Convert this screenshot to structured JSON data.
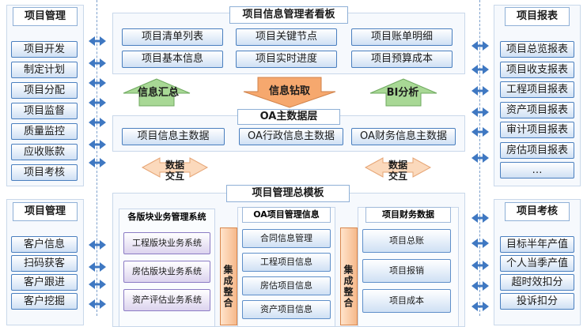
{
  "left_top": {
    "title": "项目管理",
    "items": [
      "项目开发",
      "制定计划",
      "项目分配",
      "项目监督",
      "质量监控",
      "应收账款",
      "项目考核"
    ]
  },
  "left_bottom": {
    "title": "项目管理",
    "items": [
      "客户信息",
      "扫码获客",
      "客户跟进",
      "客户挖掘"
    ]
  },
  "right_top": {
    "title": "项目报表",
    "items": [
      "项目总览报表",
      "项目收支报表",
      "工程项目报表",
      "资产项目报表",
      "审计项目报表",
      "房估项目报表",
      "…"
    ]
  },
  "right_bottom": {
    "title": "项目考核",
    "items": [
      "目标半年产值",
      "个人当季产值",
      "超时效扣分",
      "投诉扣分"
    ]
  },
  "kanban": {
    "title": "项目信息管理者看板",
    "items": [
      "项目清单列表",
      "项目关键节点",
      "项目账单明细",
      "项目基本信息",
      "项目实时进度",
      "项目预算成本"
    ]
  },
  "arrows": {
    "info_summary": "信息汇总",
    "info_drill": "信息钻取",
    "bi_analysis": "BI分析",
    "data_exchange_left": [
      "数据",
      "交互"
    ],
    "data_exchange_right": [
      "数据",
      "交互"
    ]
  },
  "oa_data": {
    "title": "OA主数据层",
    "items": [
      "项目信息主数据",
      "OA行政信息主数据",
      "OA财务信息主数据"
    ]
  },
  "template": {
    "title": "项目管理总模板",
    "business": {
      "title": "各版块业务管理系统",
      "items": [
        "工程版块业务系统",
        "房估版块业务系统",
        "资产评估业务系统"
      ]
    },
    "oa_info": {
      "title": "OA项目管理信息",
      "items": [
        "合同信息管理",
        "工程项目信息",
        "房估项目信息",
        "资产项目信息"
      ]
    },
    "finance": {
      "title": "项目财务数据",
      "items": [
        "项目总账",
        "项目报销",
        "项目成本"
      ]
    },
    "integration_left": "集成整合",
    "integration_right": "集成整合"
  },
  "colors": {
    "button_border": "#4a7fbf",
    "green_arrow": "#9fd08c",
    "orange_arrow": "#f4a66c",
    "panel_border": "#c9d8ea"
  }
}
